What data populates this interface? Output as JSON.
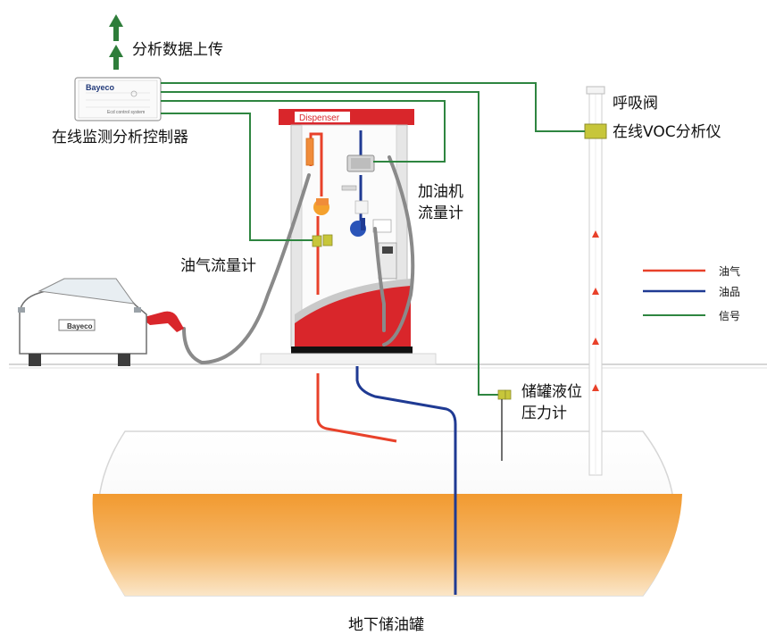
{
  "labels": {
    "upload": "分析数据上传",
    "controller": "在线监测分析控制器",
    "breather_valve": "呼吸阀",
    "voc_analyzer": "在线VOC分析仪",
    "dispenser_flowmeter_line1": "加油机",
    "dispenser_flowmeter_line2": "流量计",
    "vapor_flowmeter": "油气流量计",
    "tank_pressure_line1": "储罐液位",
    "tank_pressure_line2": "压力计",
    "underground_tank": "地下储油罐",
    "dispenser_sign": "Dispenser",
    "controller_brand": "Bayeco",
    "controller_caption": "Ecd control system",
    "car_plate": "Bayeco"
  },
  "legend": [
    {
      "label": "油气",
      "color": "#e8412a"
    },
    {
      "label": "油品",
      "color": "#1f3a93"
    },
    {
      "label": "信号",
      "color": "#2e8540"
    }
  ],
  "colors": {
    "vapor": "#e8412a",
    "fuel": "#1f3a93",
    "signal": "#2e8540",
    "arrow": "#2e7d3a",
    "tank_liquid": "#f0922e",
    "dispenser_red": "#d9262b"
  },
  "icons": [
    "up-arrow-icon",
    "up-arrow-icon"
  ]
}
